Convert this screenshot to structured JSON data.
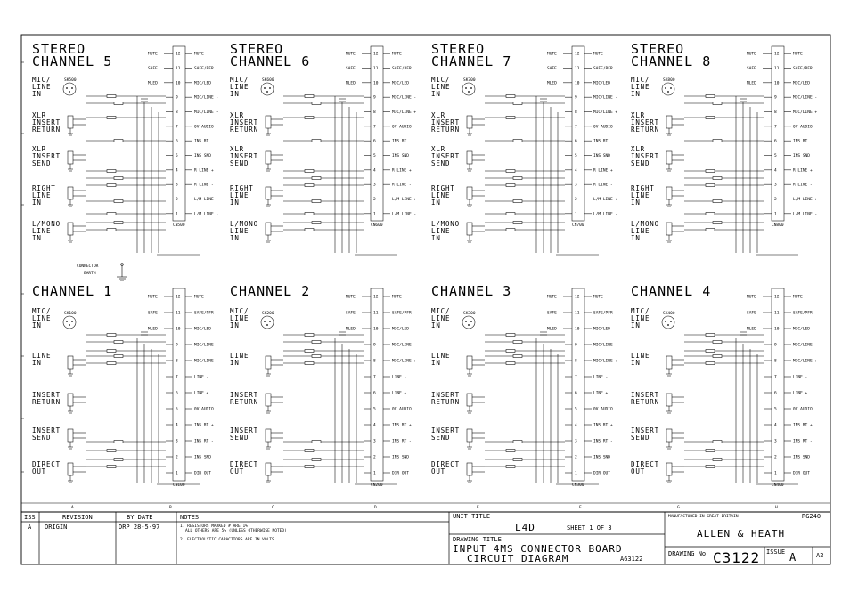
{
  "channels": [
    {
      "title": [
        "STEREO",
        "CHANNEL 5"
      ],
      "stereo": true,
      "ref": "SK500",
      "plug": "CN500",
      "rows": [
        "MIC/",
        "LINE",
        "IN",
        "XLR",
        "INSERT",
        "RETURN",
        "XLR",
        "INSERT",
        "SEND",
        "RIGHT",
        "LINE",
        "IN",
        "L/MONO",
        "LINE",
        "IN"
      ],
      "right_labels": [
        "MUTE",
        "SAFE/PFR",
        "MIC/LED",
        "MIC/LINE -",
        "MIC/LINE +",
        "0V AUDIO",
        "INS RT",
        "INS SND",
        "R LINE +",
        "R LINE -",
        "L/M LINE +",
        "L/M LINE -"
      ]
    },
    {
      "title": [
        "STEREO",
        "CHANNEL 6"
      ],
      "stereo": true,
      "ref": "SK600",
      "plug": "CN600",
      "rows": [
        "MIC/",
        "LINE",
        "IN",
        "XLR",
        "INSERT",
        "RETURN",
        "XLR",
        "INSERT",
        "SEND",
        "RIGHT",
        "LINE",
        "IN",
        "L/MONO",
        "LINE",
        "IN"
      ],
      "right_labels": [
        "MUTE",
        "SAFE/PFR",
        "MIC/LED",
        "MIC/LINE -",
        "MIC/LINE +",
        "0V AUDIO",
        "INS RT",
        "INS SND",
        "R LINE +",
        "R LINE -",
        "L/M LINE +",
        "L/M LINE -"
      ]
    },
    {
      "title": [
        "STEREO",
        "CHANNEL 7"
      ],
      "stereo": true,
      "ref": "SK700",
      "plug": "CN700",
      "rows": [
        "MIC/",
        "LINE",
        "IN",
        "XLR",
        "INSERT",
        "RETURN",
        "XLR",
        "INSERT",
        "SEND",
        "RIGHT",
        "LINE",
        "IN",
        "L/MONO",
        "LINE",
        "IN"
      ],
      "right_labels": [
        "MUTE",
        "SAFE/PFR",
        "MIC/LED",
        "MIC/LINE -",
        "MIC/LINE +",
        "0V AUDIO",
        "INS RT",
        "INS SND",
        "R LINE +",
        "R LINE -",
        "L/M LINE +",
        "L/M LINE -"
      ]
    },
    {
      "title": [
        "STEREO",
        "CHANNEL 8"
      ],
      "stereo": true,
      "ref": "SK800",
      "plug": "CN800",
      "rows": [
        "MIC/",
        "LINE",
        "IN",
        "XLR",
        "INSERT",
        "RETURN",
        "XLR",
        "INSERT",
        "SEND",
        "RIGHT",
        "LINE",
        "IN",
        "L/MONO",
        "LINE",
        "IN"
      ],
      "right_labels": [
        "MUTE",
        "SAFE/PFR",
        "MIC/LED",
        "MIC/LINE -",
        "MIC/LINE +",
        "0V AUDIO",
        "INS RT",
        "INS SND",
        "R LINE +",
        "R LINE -",
        "L/M LINE +",
        "L/M LINE -"
      ]
    },
    {
      "title": [
        "CHANNEL 1"
      ],
      "stereo": false,
      "ref": "SK100",
      "plug": "CN100",
      "rows": [
        "MIC/",
        "LINE",
        "IN",
        "LINE",
        "IN",
        "INSERT",
        "RETURN",
        "INSERT",
        "SEND",
        "DIRECT",
        "OUT"
      ],
      "right_labels": [
        "MUTE",
        "SAFE/PFR",
        "MIC/LED",
        "MIC/LINE -",
        "MIC/LINE +",
        "LINE -",
        "LINE +",
        "0V AUDIO",
        "INS RT +",
        "INS RT -",
        "INS SND",
        "DIR OUT"
      ]
    },
    {
      "title": [
        "CHANNEL 2"
      ],
      "stereo": false,
      "ref": "SK200",
      "plug": "CN200",
      "rows": [
        "MIC/",
        "LINE",
        "IN",
        "LINE",
        "IN",
        "INSERT",
        "RETURN",
        "INSERT",
        "SEND",
        "DIRECT",
        "OUT"
      ],
      "right_labels": [
        "MUTE",
        "SAFE/PFR",
        "MIC/LED",
        "MIC/LINE -",
        "MIC/LINE +",
        "LINE -",
        "LINE +",
        "0V AUDIO",
        "INS RT +",
        "INS RT -",
        "INS SND",
        "DIR OUT"
      ]
    },
    {
      "title": [
        "CHANNEL 3"
      ],
      "stereo": false,
      "ref": "SK300",
      "plug": "CN300",
      "rows": [
        "MIC/",
        "LINE",
        "IN",
        "LINE",
        "IN",
        "INSERT",
        "RETURN",
        "INSERT",
        "SEND",
        "DIRECT",
        "OUT"
      ],
      "right_labels": [
        "MUTE",
        "SAFE/PFR",
        "MIC/LED",
        "MIC/LINE -",
        "MIC/LINE +",
        "LINE -",
        "LINE +",
        "0V AUDIO",
        "INS RT +",
        "INS RT -",
        "INS SND",
        "DIR OUT"
      ]
    },
    {
      "title": [
        "CHANNEL 4"
      ],
      "stereo": false,
      "ref": "SK400",
      "plug": "CN400",
      "rows": [
        "MIC/",
        "LINE",
        "IN",
        "LINE",
        "IN",
        "INSERT",
        "RETURN",
        "INSERT",
        "SEND",
        "DIRECT",
        "OUT"
      ],
      "right_labels": [
        "MUTE",
        "SAFE/PFR",
        "MIC/LED",
        "MIC/LINE -",
        "MIC/LINE +",
        "LINE -",
        "LINE +",
        "0V AUDIO",
        "INS RT +",
        "INS RT -",
        "INS SND",
        "DIR OUT"
      ]
    }
  ],
  "pin_numbers": [
    "12",
    "11",
    "10",
    "9",
    "8",
    "7",
    "6",
    "5",
    "4",
    "3",
    "2",
    "1"
  ],
  "left_pins": [
    "MUTE",
    "SAFE",
    "MLED"
  ],
  "connector_earth": [
    "CONNECTOR",
    "EARTH"
  ],
  "zone_letters": [
    "A",
    "B",
    "C",
    "D",
    "E",
    "F",
    "G",
    "H"
  ],
  "title_block": {
    "iss_header": "ISS",
    "revision_header": "REVISION",
    "by_date_header": "BY  DATE",
    "notes_header": "NOTES",
    "iss_value": "A",
    "revision_value": "ORIGIN",
    "by_date_value": "DRP 28-5-97",
    "note_1a": "1. RESISTORS MARKED # ARE 1%",
    "note_1b": "ALL OTHERS ARE 5% (UNLESS OTHERWISE NOTED)",
    "note_2": "2. ELECTROLYTIC CAPACITORS ARE IN VOLTS",
    "unit_title_label": "UNIT TITLE",
    "unit_title": "L4D",
    "sheet": "SHEET 1 OF 3",
    "drawing_title_label": "DRAWING TITLE",
    "drawing_title_1": "INPUT 4MS CONNECTOR BOARD",
    "drawing_title_2": "CIRCUIT DIAGRAM",
    "ref_code": "A63122",
    "manufacturer_label": "MANUFACTURED IN GREAT BRITAIN",
    "manufacturer_code": "RG240",
    "company": "ALLEN & HEATH",
    "drawing_no_label": "DRAWING No",
    "drawing_no": "C3122",
    "issue_label": "ISSUE",
    "issue_value": "A",
    "size": "A2"
  }
}
